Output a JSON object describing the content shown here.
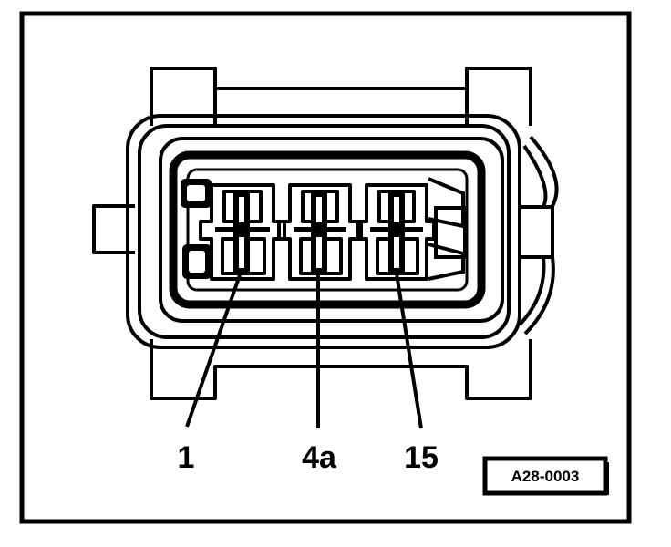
{
  "pins": [
    {
      "label": "1"
    },
    {
      "label": "4a"
    },
    {
      "label": "15"
    }
  ],
  "figure_ref": "A28-0003",
  "colors": {
    "ink": "#000000",
    "paper": "#ffffff"
  }
}
